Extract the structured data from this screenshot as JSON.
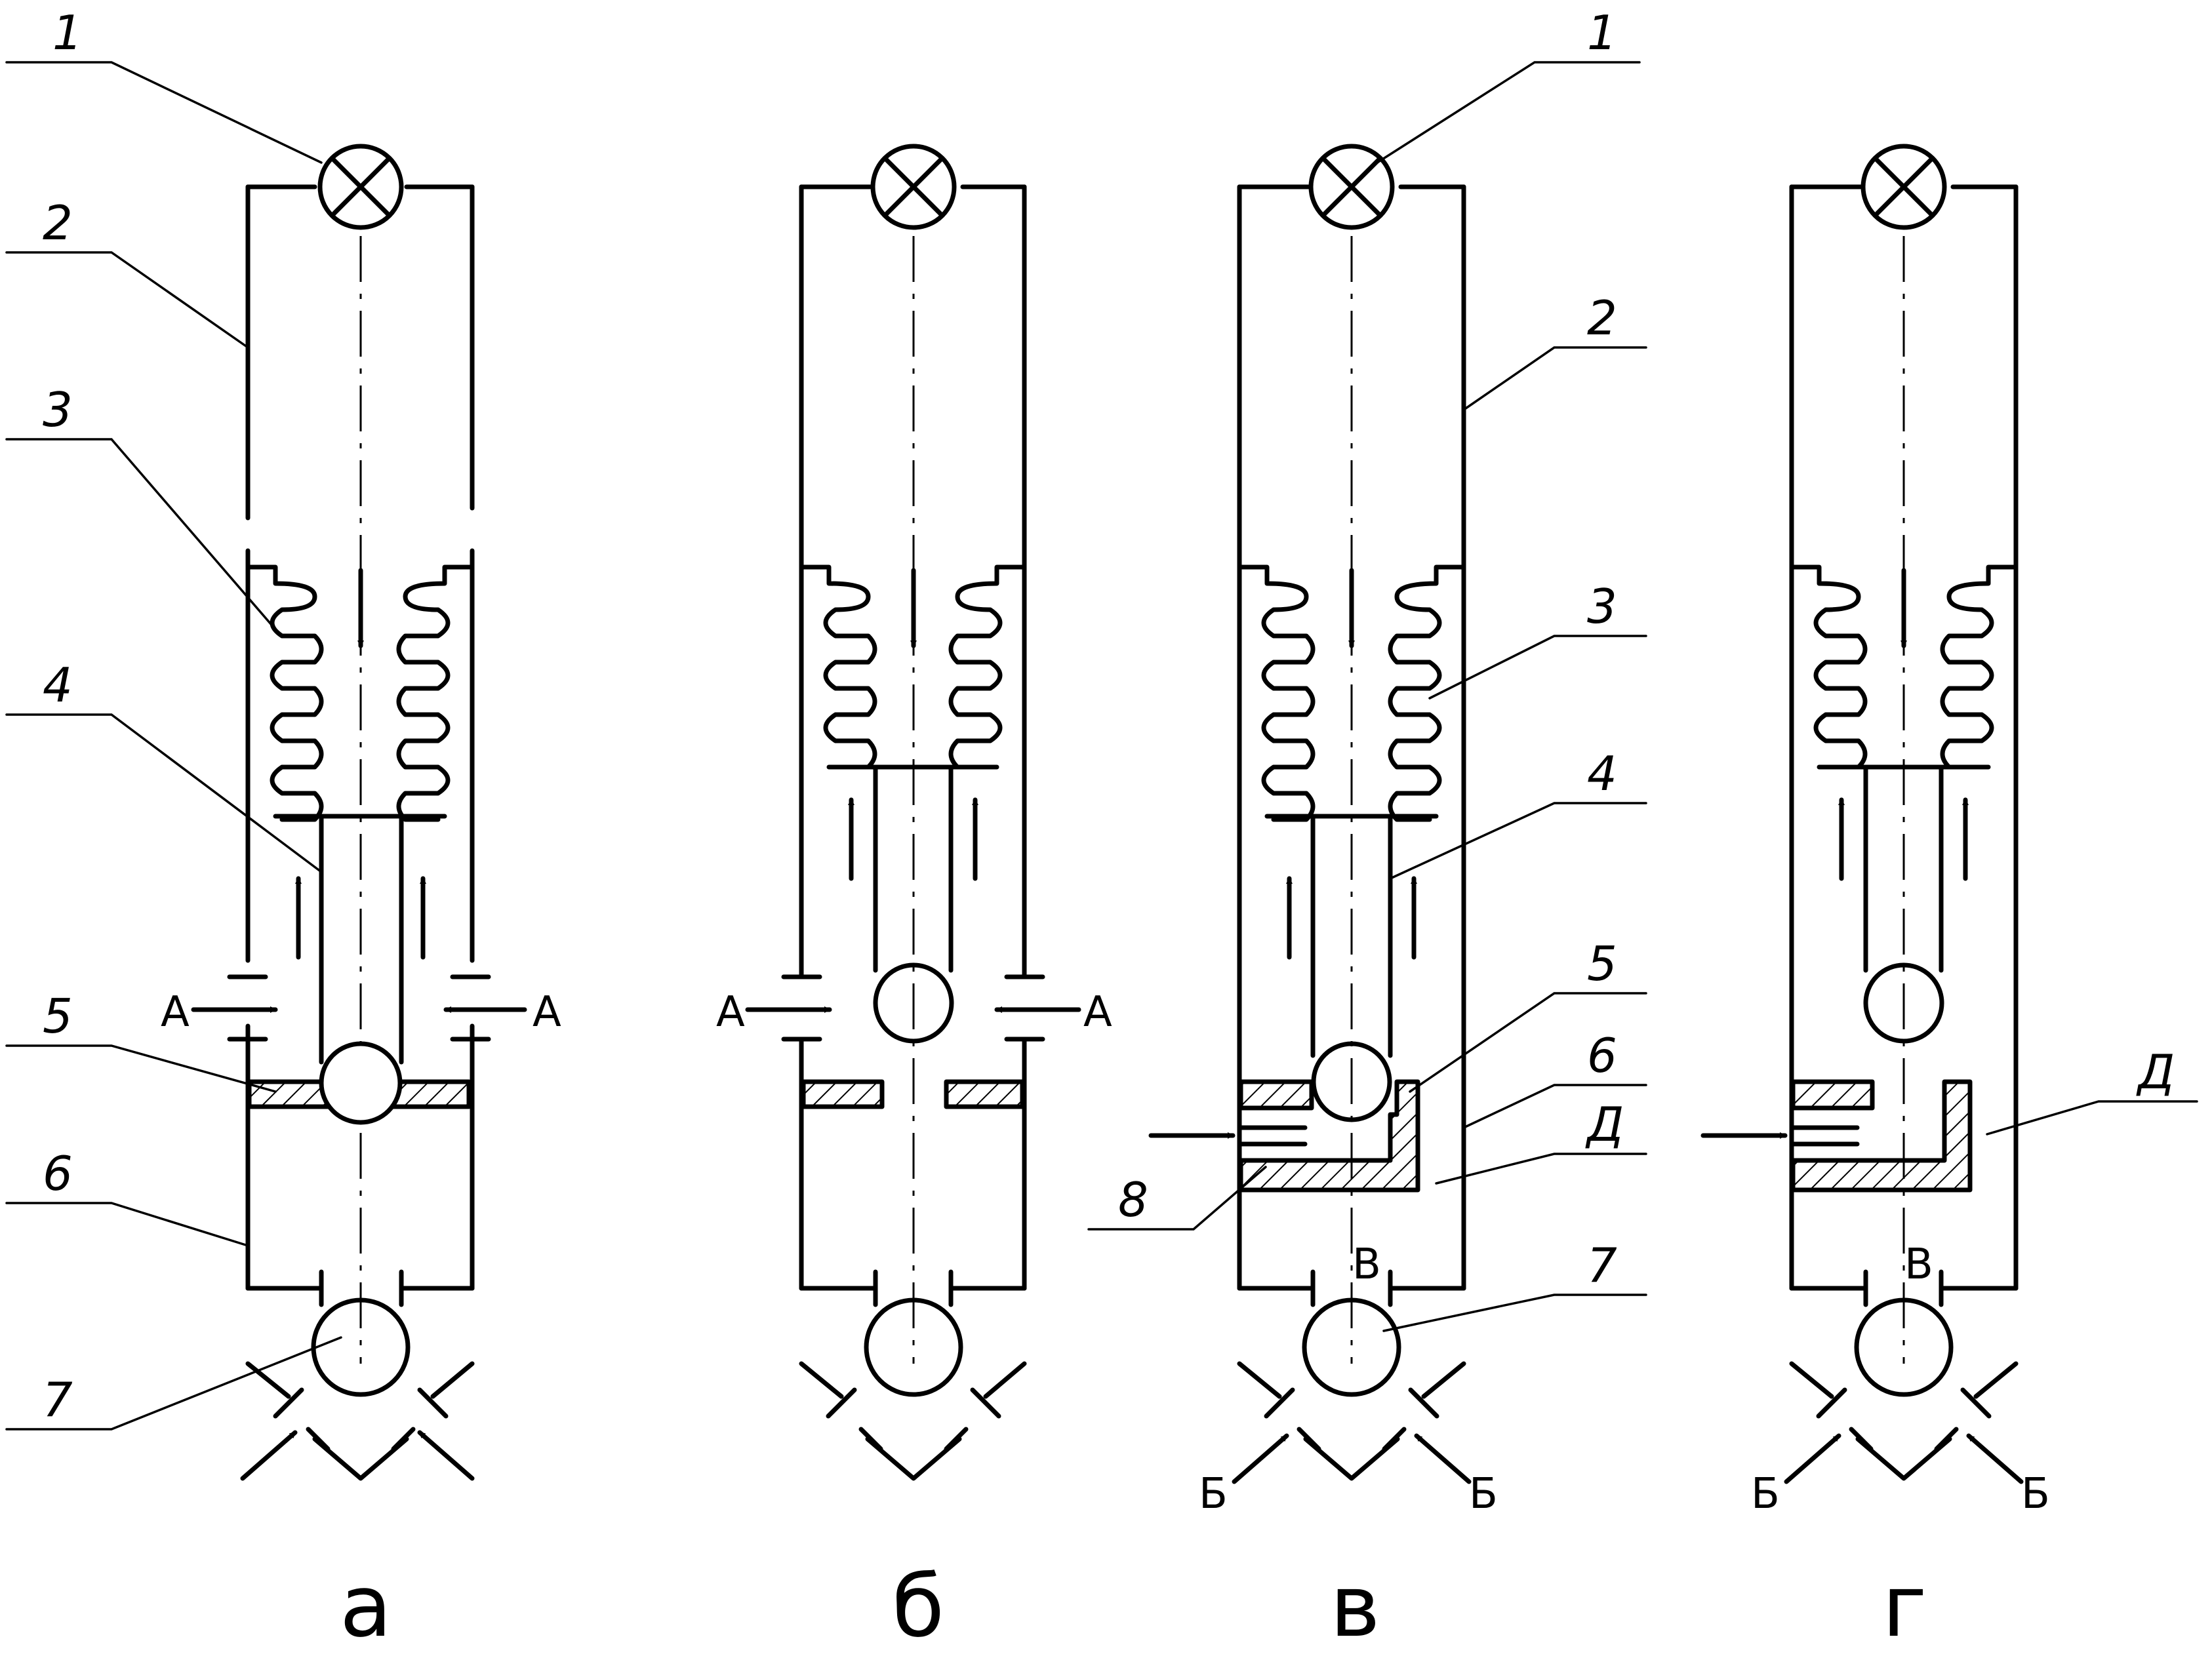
{
  "figure": {
    "panels": [
      {
        "id": "a",
        "caption": "а"
      },
      {
        "id": "b",
        "caption": "б"
      },
      {
        "id": "v",
        "caption": "в"
      },
      {
        "id": "g",
        "caption": "г"
      }
    ],
    "callouts": {
      "n1": "1",
      "n2": "2",
      "n3": "3",
      "n4": "4",
      "n5": "5",
      "n6": "6",
      "n7": "7",
      "n8": "8",
      "d": "Д"
    },
    "flow_labels": {
      "a": "А",
      "b": "Б",
      "v": "В"
    }
  }
}
